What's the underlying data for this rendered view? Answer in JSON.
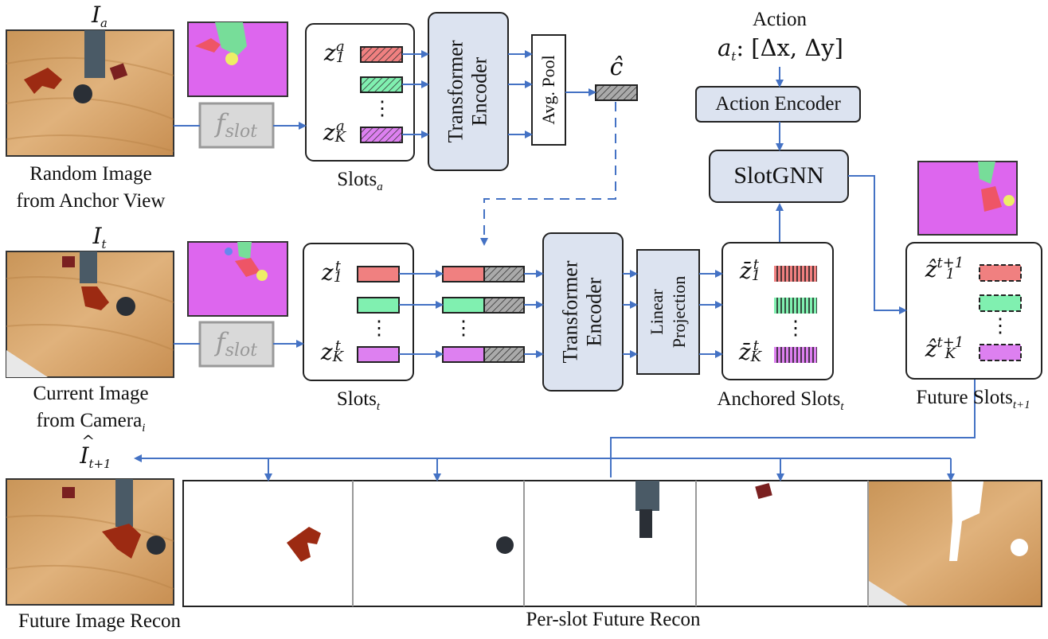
{
  "images": {
    "anchor": {
      "symbol_main": "I",
      "symbol_sub": "a",
      "caption_line1": "Random Image",
      "caption_line2": "from Anchor View"
    },
    "current": {
      "symbol_main": "I",
      "symbol_sub": "t",
      "caption_line1": "Current Image",
      "caption_line2": "from Camera",
      "caption_sub": "i"
    },
    "future": {
      "symbol_hat": "^",
      "symbol_main": "I",
      "symbol_sub": "t+1",
      "caption": "Future Image Recon"
    },
    "per_slot_caption": "Per-slot Future Recon"
  },
  "modules": {
    "f_slot_main": "f",
    "f_slot_sub": "slot",
    "transformer_line1": "Transformer",
    "transformer_line2": "Encoder",
    "avg_pool": "Avg. Pool",
    "linear_line1": "Linear",
    "linear_line2": "Projection",
    "action_encoder": "Action Encoder",
    "slotgnn": "SlotGNN",
    "c_hat": "ĉ"
  },
  "action": {
    "title": "Action",
    "formula": "a",
    "formula_sub": "t",
    "formula_rest": ": [Δx, Δy]"
  },
  "slots_a": {
    "caption": "Slots",
    "caption_sub": "a",
    "z1_main": "z",
    "z1_sup": "a",
    "z1_sub": "1",
    "zk_main": "z",
    "zk_sup": "a",
    "zk_sub": "K",
    "dots": "⋮"
  },
  "slots_t": {
    "caption": "Slots",
    "caption_sub": "t",
    "z1_main": "z",
    "z1_sup": "t",
    "z1_sub": "1",
    "zk_main": "z",
    "zk_sup": "t",
    "zk_sub": "K",
    "dots": "⋮"
  },
  "anchored_slots": {
    "caption": "Anchored Slots",
    "caption_sub": "t",
    "z1_main": "z̄",
    "z1_sup": "t",
    "z1_sub": "1",
    "zk_main": "z̄",
    "zk_sup": "t",
    "zk_sub": "K",
    "dots": "⋮"
  },
  "future_slots": {
    "caption": "Future Slots",
    "caption_sub": "t+1",
    "z1_main": "ẑ",
    "z1_sup": "t+1",
    "z1_sub": "1",
    "zk_main": "ẑ",
    "zk_sup": "t+1",
    "zk_sub": "K",
    "dots": "⋮"
  },
  "colors": {
    "box_fill": "#dce3f0",
    "arrow": "#4472c4",
    "slot_red": "#f08080",
    "slot_green": "#80f0b0",
    "slot_purple": "#dd80f0",
    "slot_gray": "#999999",
    "mask_bg": "#dd66ee",
    "mask_green": "#77dd99",
    "mask_yellow": "#eeee66",
    "mask_red": "#ee5566",
    "wood": "#d6a56e"
  }
}
